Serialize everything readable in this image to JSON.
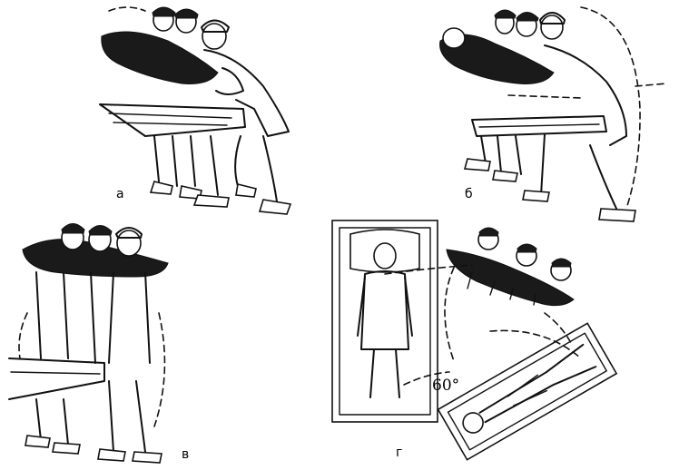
{
  "panels": {
    "a": {
      "label": "а"
    },
    "b": {
      "label": "б"
    },
    "v": {
      "label": "в"
    },
    "g": {
      "label": "г"
    }
  },
  "annotations": {
    "rotation_angle": "60°"
  },
  "colors": {
    "ink": "#111111",
    "background": "#ffffff"
  }
}
